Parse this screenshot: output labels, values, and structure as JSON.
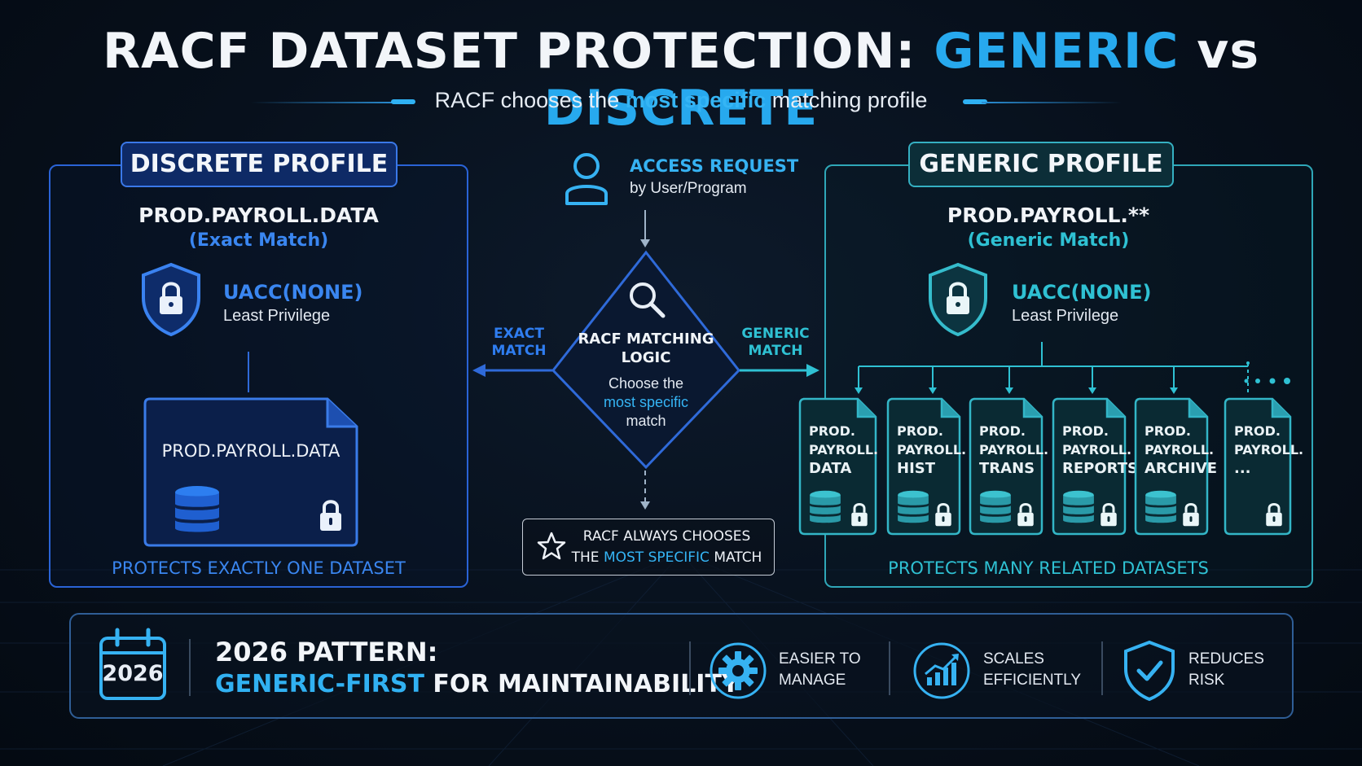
{
  "title": {
    "prefix": "RACF DATASET PROTECTION: ",
    "generic": "GENERIC",
    "vs": " vs ",
    "discrete": "DISCRETE"
  },
  "subtitle": {
    "before": "RACF chooses the ",
    "highlight": "most specific",
    "after": " matching profile"
  },
  "discrete": {
    "tag": "DISCRETE PROFILE",
    "profile_name": "PROD.PAYROLL.DATA",
    "match": "(Exact Match)",
    "uacc": "UACC(NONE)",
    "least": "Least Privilege",
    "dataset": "PROD.PAYROLL.DATA",
    "footer": "PROTECTS EXACTLY ONE DATASET"
  },
  "center": {
    "access_title": "ACCESS REQUEST",
    "access_sub": "by User/Program",
    "logic_title_1": "RACF MATCHING",
    "logic_title_2": "LOGIC",
    "logic_sub_1": "Choose the",
    "logic_sub_2": "most specific",
    "logic_sub_3": "match",
    "exact_1": "EXACT",
    "exact_2": "MATCH",
    "generic_1": "GENERIC",
    "generic_2": "MATCH",
    "always_1": "RACF ALWAYS CHOOSES",
    "always_2a": "THE ",
    "always_2b": "MOST SPECIFIC",
    "always_2c": " MATCH"
  },
  "generic": {
    "tag": "GENERIC PROFILE",
    "profile_name": "PROD.PAYROLL.**",
    "match": "(Generic Match)",
    "uacc": "UACC(NONE)",
    "least": "Least Privilege",
    "datasets": [
      {
        "l1": "PROD.",
        "l2": "PAYROLL.",
        "l3": "DATA"
      },
      {
        "l1": "PROD.",
        "l2": "PAYROLL.",
        "l3": "HIST"
      },
      {
        "l1": "PROD.",
        "l2": "PAYROLL.",
        "l3": "TRANS"
      },
      {
        "l1": "PROD.",
        "l2": "PAYROLL.",
        "l3": "REPORTS"
      },
      {
        "l1": "PROD.",
        "l2": "PAYROLL.",
        "l3": "ARCHIVE"
      },
      {
        "l1": "PROD.",
        "l2": "PAYROLL.",
        "l3": "..."
      }
    ],
    "footer": "PROTECTS MANY RELATED DATASETS"
  },
  "bottom": {
    "year": "2026",
    "pattern_1": "2026 PATTERN:",
    "pattern_2a": "GENERIC-FIRST",
    "pattern_2b": " FOR MAINTAINABILITY",
    "b1_1": "EASIER TO",
    "b1_2": "MANAGE",
    "b2_1": "SCALES",
    "b2_2": "EFFICIENTLY",
    "b3_1": "REDUCES",
    "b3_2": "RISK"
  },
  "colors": {
    "blue_accent": "#27a9ee",
    "discrete_border": "#2a63d6",
    "generic_border": "#2fa7b8",
    "background": "#07101c"
  },
  "icons": [
    "user-icon",
    "search-icon",
    "shield-lock-icon",
    "database-icon",
    "lock-icon",
    "star-icon",
    "calendar-icon",
    "gear-icon",
    "chart-icon",
    "shield-check-icon"
  ]
}
